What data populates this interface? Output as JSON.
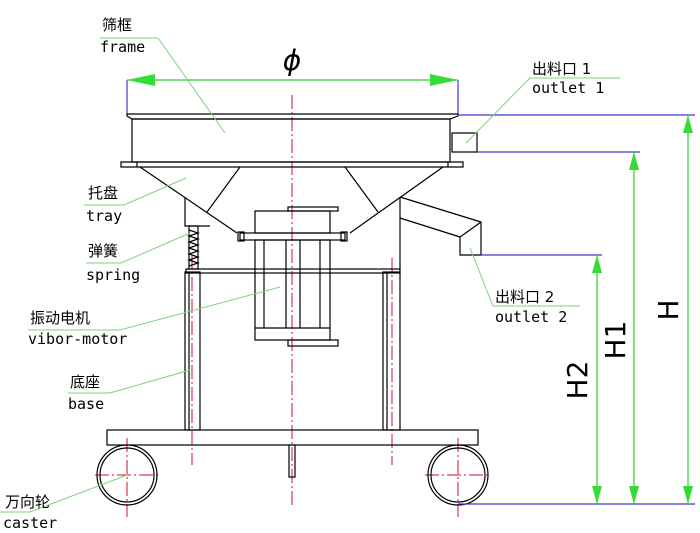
{
  "labels": {
    "frame": {
      "cn": "筛框",
      "en": "frame"
    },
    "tray": {
      "cn": "托盘",
      "en": "tray"
    },
    "spring": {
      "cn": "弹簧",
      "en": "spring"
    },
    "motor": {
      "cn": "振动电机",
      "en": "vibor-motor"
    },
    "base": {
      "cn": "底座",
      "en": "base"
    },
    "caster": {
      "cn": "万向轮",
      "en": "caster"
    },
    "outlet1": {
      "cn": "出料口 1",
      "en": "outlet 1"
    },
    "outlet2": {
      "cn": "出料口 2",
      "en": "outlet 2"
    }
  },
  "dimensions": {
    "diameter": "ϕ",
    "h": "H",
    "h1": "H1",
    "h2": "H2"
  },
  "colors": {
    "outline": "#000000",
    "centerline": "#c8102e",
    "dimension": "#33cc33",
    "extension": "#3a3acc"
  }
}
